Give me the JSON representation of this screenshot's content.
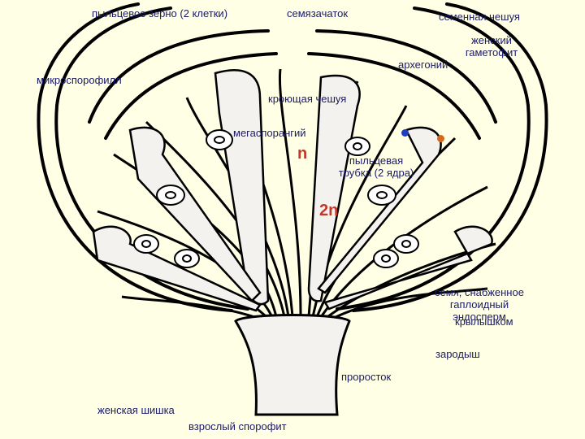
{
  "labels": {
    "pollen_grain": "пыльцевое зерно (2 клетки)",
    "ovule": "семязачаток",
    "seed_scale": "семенная чешуя",
    "female_gametophyte": "женский гаметофит",
    "archegonium": "архегоний",
    "microsporophyll": "микроспорофилл",
    "covering_scale": "кроющая чешуя",
    "megasporangium": "мегаспорангий",
    "pollen_tube": "пыльцевая трубка (2 ядра)",
    "seed": "семя, снабженное гаплоидный эндосперм",
    "seed_wing": "крылышком",
    "embryo": "зародыш",
    "seedling": "проросток",
    "female_cone": "женская шишка",
    "adult_sporophyte": "взрослый спорофит"
  },
  "ploidy": {
    "haploid": "n",
    "diploid": "2n"
  },
  "colors": {
    "background": "#ffffe5",
    "outline": "#000000",
    "label_text": "#1a1a66",
    "ploidy_text": "#c0392b",
    "dot_blue": "#1f3fbf",
    "dot_red": "#d2691e"
  }
}
